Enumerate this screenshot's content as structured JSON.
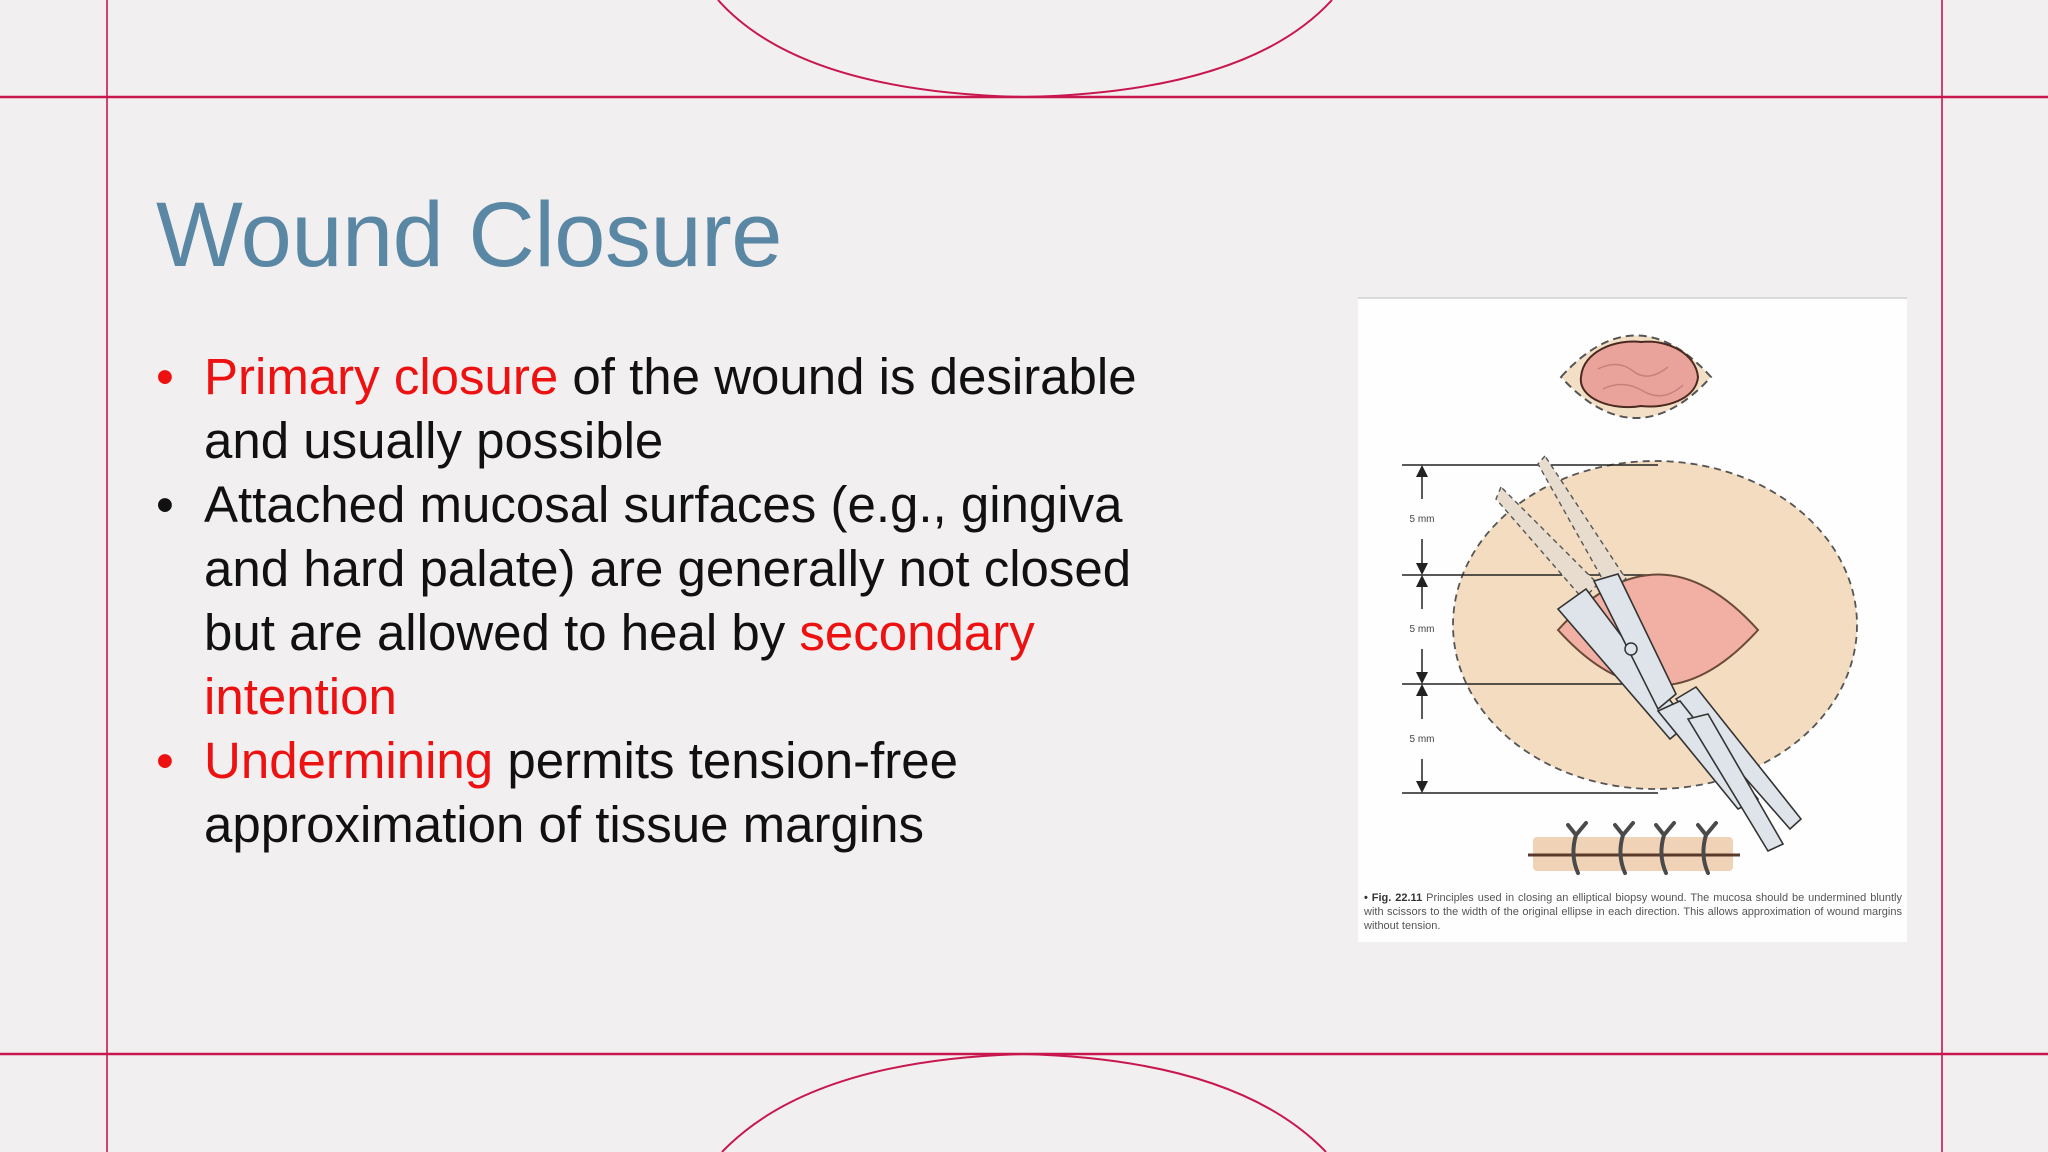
{
  "slide": {
    "title": "Wound Closure",
    "colors": {
      "background": "#f1eff0",
      "title": "#5a87a3",
      "accent_red": "#ee1111",
      "frame_lines": "#c8174f",
      "body_text": "#111111"
    },
    "bullets": [
      {
        "dot_color": "#ee1111",
        "segments": [
          {
            "text": "Primary closure",
            "highlight": true
          },
          {
            "text": " of the wound is desirable and usually possible",
            "highlight": false
          }
        ]
      },
      {
        "dot_color": "#111111",
        "segments": [
          {
            "text": "Attached mucosal surfaces (e.g., gingiva and hard palate) are generally not closed but are allowed to heal by ",
            "highlight": false
          },
          {
            "text": "secondary intention",
            "highlight": true
          }
        ]
      },
      {
        "dot_color": "#ee1111",
        "segments": [
          {
            "text": "Undermining",
            "highlight": true
          },
          {
            "text": " permits tension-free approximation of tissue margins",
            "highlight": false
          }
        ]
      }
    ],
    "figure": {
      "dimension_labels": [
        "5 mm",
        "5 mm",
        "5 mm"
      ],
      "caption_label": "• Fig. 22.11",
      "caption_text": " Principles used in closing an elliptical biopsy wound. The mucosa should be undermined bluntly with scissors to the width of the original ellipse in each direction. This allows approximation of wound margins without tension."
    }
  }
}
